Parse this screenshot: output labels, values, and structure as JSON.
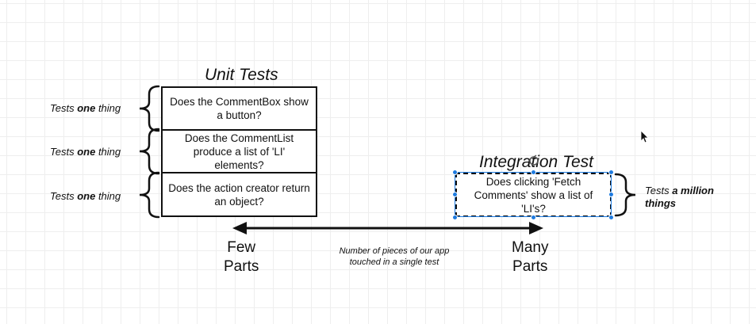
{
  "unit_tests": {
    "title": "Unit Tests",
    "boxes": [
      {
        "line1": "Does the CommentBox show",
        "line2": "a button?"
      },
      {
        "line1": "Does the CommentList",
        "line2": "produce a list of 'LI' elements?"
      },
      {
        "line1": "Does the action creator return",
        "line2": "an object?"
      }
    ],
    "brace_label": {
      "prefix": "Tests ",
      "emphasis": "one",
      "suffix": " thing"
    }
  },
  "integration_test": {
    "title": "Integration Test",
    "box": {
      "line1": "Does clicking 'Fetch",
      "line2": "Comments' show a list of 'LI's?"
    },
    "brace_label": {
      "prefix": "Tests ",
      "emphasis": "a million",
      "line2": "things"
    }
  },
  "axis": {
    "left_line1": "Few",
    "left_line2": "Parts",
    "right_line1": "Many",
    "right_line2": "Parts",
    "caption_line1": "Number of pieces of our app",
    "caption_line2": "touched in a single test"
  },
  "colors": {
    "ink": "#111111",
    "selection": "#1e7be0",
    "grid": "#eeeeee"
  },
  "icons": [
    "mouse-cursor-icon",
    "rotate-handle-icon"
  ]
}
